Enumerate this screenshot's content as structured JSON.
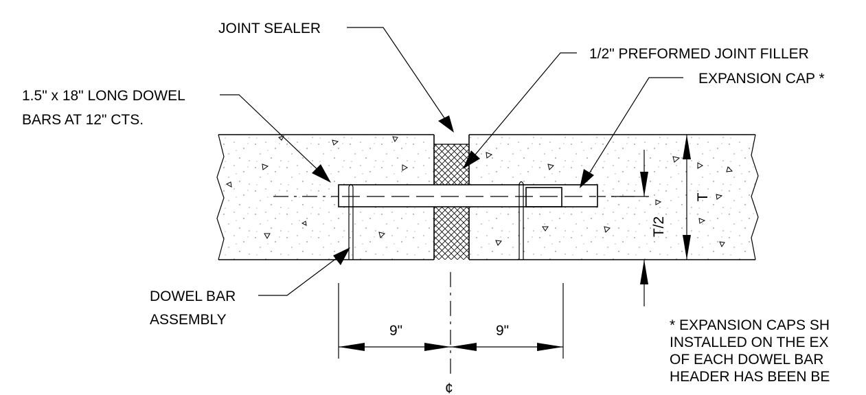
{
  "labels": {
    "joint_sealer": "JOINT SEALER",
    "joint_filler": "1/2\" PREFORMED JOINT FILLER",
    "expansion_cap": "EXPANSION CAP *",
    "dowel_line1": "1.5\" x 18\" LONG DOWEL",
    "dowel_line2": "BARS AT 12\" CTS.",
    "assembly_line1": "DOWEL BAR",
    "assembly_line2": "ASSEMBLY",
    "dim_left": "9\"",
    "dim_right": "9\"",
    "centerline": "¢",
    "thickness": "T",
    "half_thickness": "T/2"
  },
  "note": {
    "line1": "* EXPANSION CAPS SH",
    "line2": "INSTALLED ON THE EX",
    "line3": "OF EACH DOWEL BAR",
    "line4": "HEADER HAS BEEN BE"
  }
}
